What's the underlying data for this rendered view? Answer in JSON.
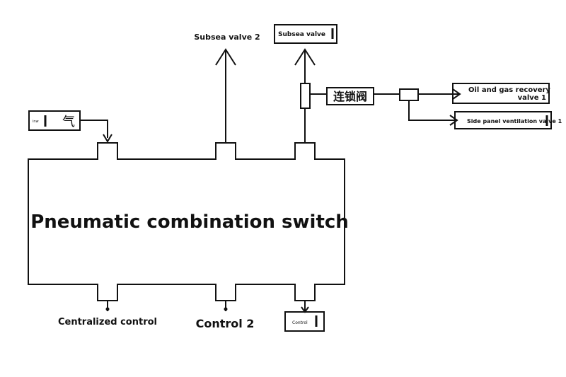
{
  "diagram": {
    "main_block": {
      "title": "Pneumatic combination switch"
    },
    "top_labels": {
      "subsea_valve_2": "Subsea valve 2",
      "subsea_valve_box": "Subsea valve",
      "air_box_small": "inw",
      "air_char": "气",
      "interlock_valve": "连锁阀",
      "oil_gas_recovery": "Oil and gas recovery",
      "oil_gas_recovery_suffix": "valve 1",
      "side_panel_ventilation": "Side panel ventilation valve 1"
    },
    "bottom_labels": {
      "centralized_control": "Centralized control",
      "control_2": "Control 2",
      "control_box": "Control"
    },
    "colors": {
      "stroke": "#111111",
      "background": "#ffffff"
    }
  }
}
